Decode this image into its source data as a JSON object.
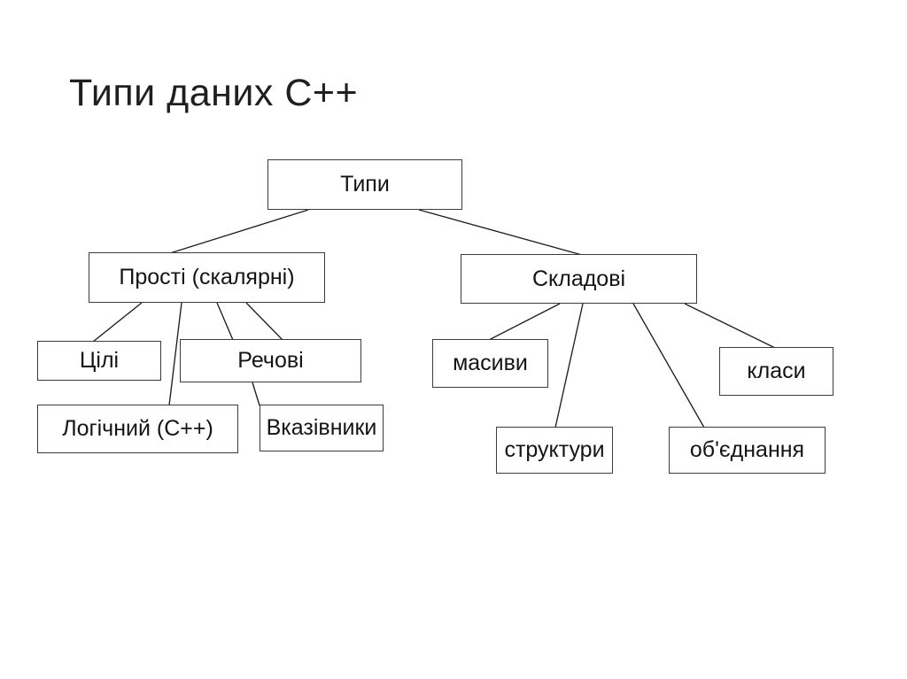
{
  "title": "Типи даних С++",
  "colors": {
    "background": "#ffffff",
    "box_border": "#3b3b3b",
    "connector_line": "#1f1f1f",
    "text": "#141414"
  },
  "diagram": {
    "type": "tree",
    "nodes": [
      {
        "id": "tipy",
        "label": "Типи"
      },
      {
        "id": "prosti",
        "label": "Прості (скалярні)"
      },
      {
        "id": "skladovi",
        "label": "Складові"
      },
      {
        "id": "tsili",
        "label": "Цілі"
      },
      {
        "id": "rechovi",
        "label": "Речові"
      },
      {
        "id": "logichnyj",
        "label": "Логічний (С++)"
      },
      {
        "id": "vkazivnyky",
        "label": "Вказівники"
      },
      {
        "id": "masyvy",
        "label": "масиви"
      },
      {
        "id": "struktury",
        "label": "структури"
      },
      {
        "id": "obiednannia",
        "label": "об'єднання"
      },
      {
        "id": "klasy",
        "label": "класи"
      }
    ],
    "edges": [
      {
        "from": "tipy",
        "to": "prosti"
      },
      {
        "from": "tipy",
        "to": "skladovi"
      },
      {
        "from": "prosti",
        "to": "tsili"
      },
      {
        "from": "prosti",
        "to": "logichnyj"
      },
      {
        "from": "prosti",
        "to": "rechovi"
      },
      {
        "from": "prosti",
        "to": "vkazivnyky"
      },
      {
        "from": "rechovi",
        "to": "vkazivnyky"
      },
      {
        "from": "skladovi",
        "to": "masyvy"
      },
      {
        "from": "skladovi",
        "to": "struktury"
      },
      {
        "from": "skladovi",
        "to": "obiednannia"
      },
      {
        "from": "skladovi",
        "to": "klasy"
      }
    ]
  }
}
